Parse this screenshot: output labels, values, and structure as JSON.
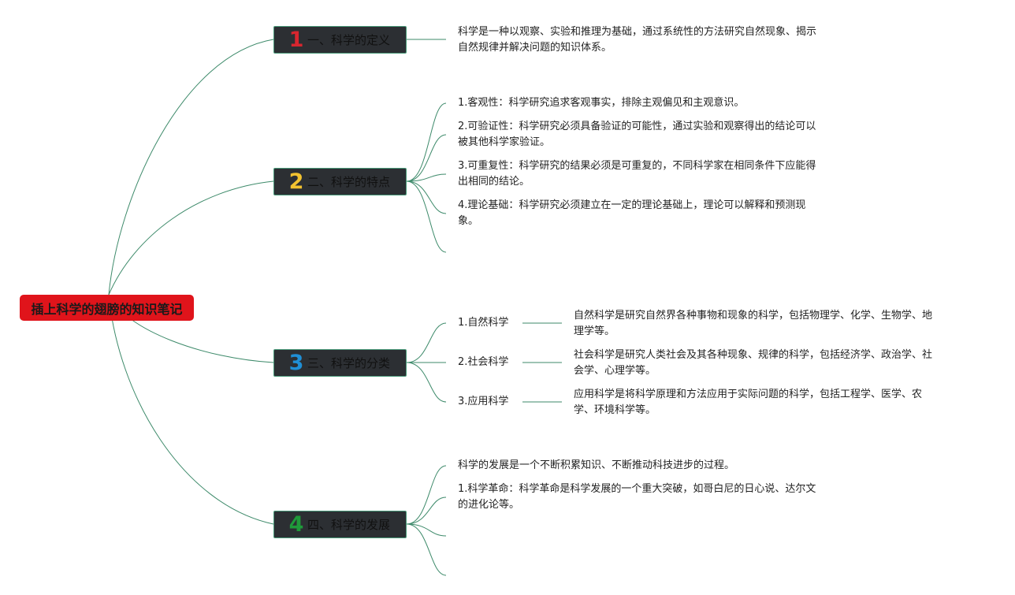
{
  "root": {
    "title": "插上科学的翅膀的知识笔记"
  },
  "topics": [
    {
      "number": "1",
      "number_color": "#d7262f",
      "label": "一、科学的定义",
      "lines": [
        "科学是一种以观察、实验和推理为基础，通过系统性的方法研究自然现象、揭示",
        "自然规律并解决问题的知识体系。"
      ]
    },
    {
      "number": "2",
      "number_color": "#f2c230",
      "label": "二、科学的特点",
      "items": [
        {
          "lines": [
            "1.客观性：科学研究追求客观事实，排除主观偏见和主观意识。"
          ]
        },
        {
          "lines": [
            "2.可验证性：科学研究必须具备验证的可能性，通过实验和观察得出的结论可以",
            "被其他科学家验证。"
          ]
        },
        {
          "lines": [
            "3.可重复性：科学研究的结果必须是可重复的，不同科学家在相同条件下应能得",
            "出相同的结论。"
          ]
        },
        {
          "lines": [
            "4.理论基础：科学研究必须建立在一定的理论基础上，理论可以解释和预测现",
            "象。"
          ]
        }
      ]
    },
    {
      "number": "3",
      "number_color": "#1f8fd6",
      "label": "三、科学的分类",
      "items": [
        {
          "name": "1.自然科学",
          "lines": [
            "自然科学是研究自然界各种事物和现象的科学，包括物理学、化学、生物学、地",
            "理学等。"
          ]
        },
        {
          "name": "2.社会科学",
          "lines": [
            "社会科学是研究人类社会及其各种现象、规律的科学，包括经济学、政治学、社",
            "会学、心理学等。"
          ]
        },
        {
          "name": "3.应用科学",
          "lines": [
            "应用科学是将科学原理和方法应用于实际问题的科学，包括工程学、医学、农",
            "学、环境科学等。"
          ]
        }
      ]
    },
    {
      "number": "4",
      "number_color": "#1f9a3a",
      "label": "四、科学的发展",
      "items": [
        {
          "lines": [
            "科学的发展是一个不断积累知识、不断推动科技进步的过程。"
          ]
        },
        {
          "lines": [
            "1.科学革命：科学革命是科学发展的一个重大突破，如哥白尼的日心说、达尔文",
            "的进化论等。"
          ]
        }
      ]
    }
  ]
}
